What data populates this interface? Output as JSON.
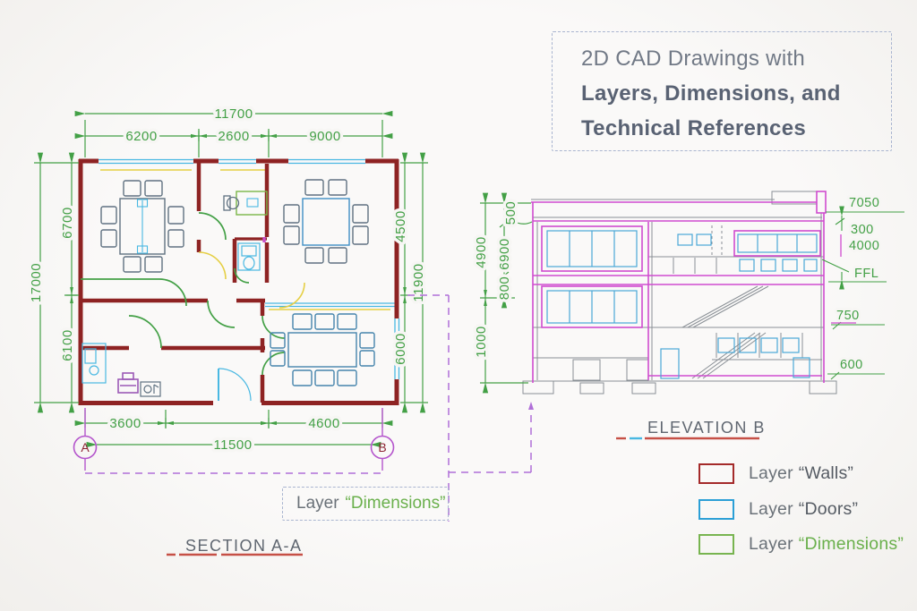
{
  "title_box": {
    "line1": "2D CAD Drawings with",
    "line2": "Layers, Dimensions, and",
    "line3": "Technical References"
  },
  "plan": {
    "label": "SECTION A-A",
    "dim_top_overall": "11700",
    "dim_top_segments": [
      "6200",
      "2600",
      "9000"
    ],
    "dim_left_overall": "17000",
    "dim_left_segments": [
      "6700",
      "6100"
    ],
    "dim_right_segments": [
      "4500",
      "6000"
    ],
    "dim_right_overall": "11900",
    "dim_bottom_segments": [
      "3600",
      "4600"
    ],
    "dim_bottom_overall": "11500",
    "marker_a": "A",
    "marker_b": "B"
  },
  "elevation": {
    "label": "ELEVATION B",
    "dim_left_outer": [
      "4900",
      "1000"
    ],
    "dim_left_inner": [
      "500",
      "6900",
      "800"
    ],
    "levels": [
      "7050",
      "300",
      "4000",
      "FFL",
      "750",
      "600"
    ]
  },
  "callout": {
    "prefix": "Layer",
    "value": "“Dimensions”"
  },
  "legend": {
    "items": [
      {
        "prefix": "Layer",
        "value": "“Walls”",
        "color": "#a42a2a"
      },
      {
        "prefix": "Layer",
        "value": "“Doors”",
        "color": "#2b9fd6"
      },
      {
        "prefix": "Layer",
        "value": "“Dimensions”",
        "color": "#78b450"
      }
    ]
  },
  "colors": {
    "walls": "#8e2323",
    "doors": "#49b8e2",
    "dimensions": "#43a046",
    "reference": "#b06fd8",
    "elevation_outline": "#cf4ccf",
    "accent_yellow": "#e5cf44"
  }
}
